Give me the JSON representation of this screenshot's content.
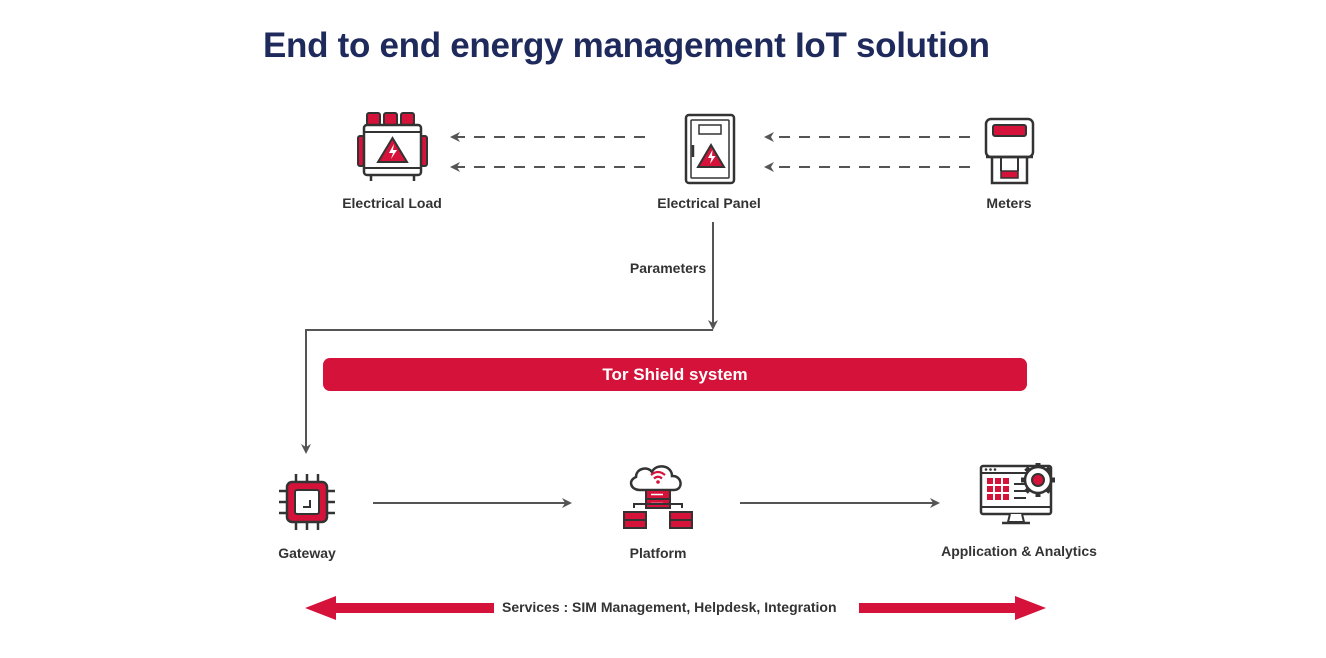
{
  "title": "End to end energy management IoT solution",
  "nodes": {
    "electrical_load": "Electrical Load",
    "electrical_panel": "Electrical Panel",
    "meters": "Meters",
    "gateway": "Gateway",
    "platform": "Platform",
    "application": "Application & Analytics"
  },
  "edge_labels": {
    "parameters": "Parameters"
  },
  "banner": "Tor Shield system",
  "services": "Services : SIM Management, Helpdesk, Integration",
  "colors": {
    "accent": "#d4123a",
    "title": "#1f2a5c",
    "line": "#555555",
    "text": "#333333"
  }
}
